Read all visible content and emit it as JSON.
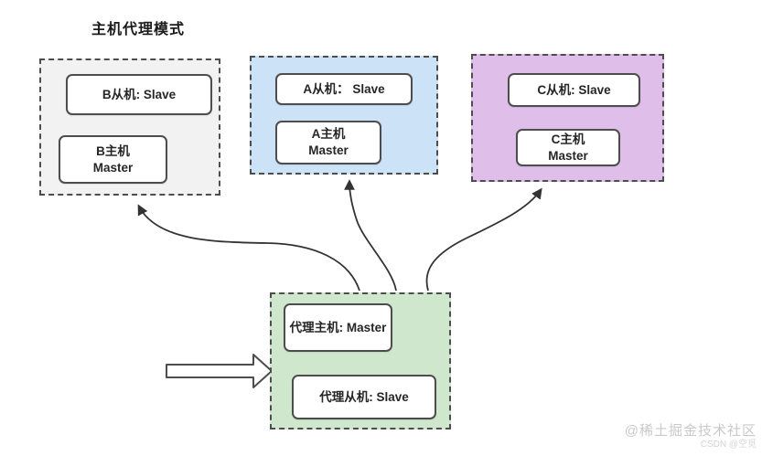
{
  "title": "主机代理模式",
  "groups": {
    "b": {
      "name": "B-group",
      "slave_label": "B从机: Slave",
      "master_line1": "B主机",
      "master_line2": "Master"
    },
    "a": {
      "name": "A-group",
      "slave_label": "A从机： Slave",
      "master_line1": "A主机",
      "master_line2": "Master"
    },
    "c": {
      "name": "C-group",
      "slave_label": "C从机: Slave",
      "master_line1": "C主机",
      "master_line2": "Master"
    },
    "proxy": {
      "name": "proxy-group",
      "master_label": "代理主机: Master",
      "slave_label": "代理从机: Slave"
    }
  },
  "edges": [
    {
      "from": "proxy-group",
      "to": "B-group",
      "style": "curved-arrow"
    },
    {
      "from": "proxy-group",
      "to": "A-group",
      "style": "curved-arrow"
    },
    {
      "from": "proxy-group",
      "to": "C-group",
      "style": "curved-arrow"
    },
    {
      "from": "input",
      "to": "proxy-group",
      "style": "block-arrow"
    }
  ],
  "colors": {
    "group_b_fill": "#f2f2f2",
    "group_a_fill": "#cbe2f7",
    "group_c_fill": "#dfbfea",
    "group_proxy_fill": "#cfe7cc",
    "dashed_border": "#4d4d4d",
    "node_fill": "#ffffff",
    "line": "#333333",
    "text": "#262626",
    "watermark": "#c9c9c9"
  },
  "watermark": {
    "line1": "@稀土掘金技术社区",
    "line2": "CSDN @空觅"
  }
}
